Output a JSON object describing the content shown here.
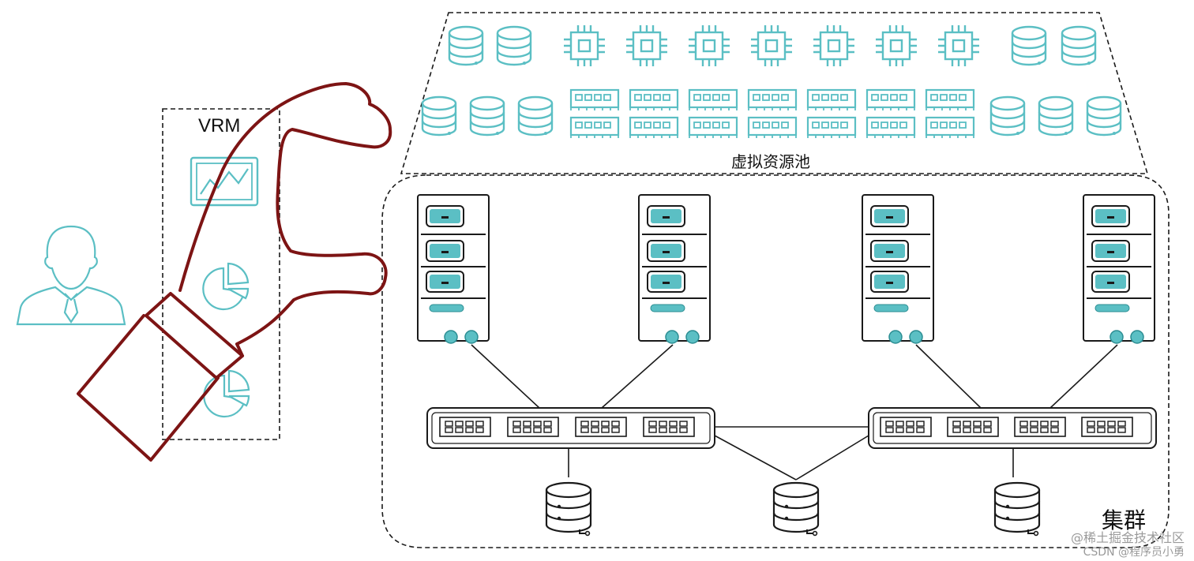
{
  "labels": {
    "vrm": "VRM",
    "pool": "虚拟资源池",
    "cluster": "集群"
  },
  "watermark": {
    "line1": "@稀土掘金技术社区",
    "line2": "CSDN @程序员小勇"
  },
  "colors": {
    "teal": "#5bbfc4",
    "teal_dark": "#2b8d92",
    "hand": "#7d1414",
    "line": "#1a1a1a"
  },
  "icons": {
    "person": "user-icon",
    "hand": "grabbing-hand-icon",
    "monitor_chart": "monitor-chart-icon",
    "pie_chart": "pie-chart-icon",
    "database": "database-icon",
    "cpu": "cpu-chip-icon",
    "memory": "memory-module-icon",
    "server": "server-rack-icon",
    "switch": "network-switch-icon"
  }
}
